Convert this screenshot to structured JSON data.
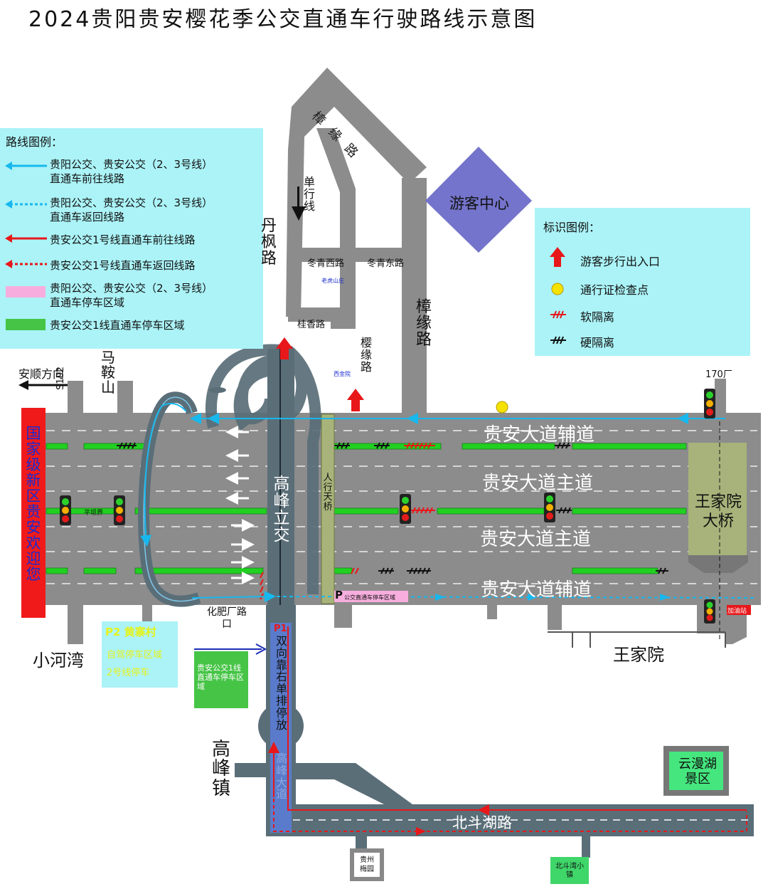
{
  "title": "2024贵阳贵安樱花季公交直通车行驶路线示意图",
  "colors": {
    "road": "#8c8c8c",
    "lane_green": "#21d021",
    "blue_route": "#17b8ee",
    "red_route": "#e8171a",
    "legend_bg": "#abf3f7",
    "visitor_center": "#7474cc",
    "pink_zone": "#f7aede",
    "red_banner": "#f01a1a",
    "bridge": "#a7b37a"
  },
  "route_legend": {
    "heading": "路线图例：",
    "items": [
      {
        "symbol": "blue-arrow-solid",
        "line1": "贵阳公交、贵安公交（2、3号线）",
        "line2": "直通车前往线路"
      },
      {
        "symbol": "blue-arrow-dotted",
        "line1": "贵阳公交、贵安公交（2、3号线）",
        "line2": "直通车返回线路"
      },
      {
        "symbol": "red-arrow-solid",
        "line1": "贵安公交1号线直通车前往线路",
        "line2": ""
      },
      {
        "symbol": "red-arrow-dotted",
        "line1": "贵安公交1号线直通车返回线路",
        "line2": ""
      },
      {
        "symbol": "pink-box",
        "line1": "贵阳公交、贵安公交（2、3号线）",
        "line2": "直通车停车区域"
      },
      {
        "symbol": "green-box",
        "line1": "贵安公交1线直通车停车区域",
        "line2": ""
      }
    ]
  },
  "sign_legend": {
    "heading": "标识图例：",
    "items": [
      {
        "symbol": "red-up-arrow-icon",
        "label": "游客步行出入口"
      },
      {
        "symbol": "yellow-dot-icon",
        "label": "通行证检查点"
      },
      {
        "symbol": "soft-barrier-icon",
        "label": "软隔离"
      },
      {
        "symbol": "hard-barrier-icon",
        "label": "硬隔离"
      }
    ]
  },
  "labels": {
    "visitor_center": "游客中心",
    "one_way_line": "单行线",
    "danfeng_road": "丹枫路",
    "zhangyuan_road_top": "樟缘路",
    "zhangyuan_road": "樟缘路",
    "dongqing_west": "冬青西路",
    "dongqing_east": "冬青东路",
    "laohu_shanzhuang": "老虎山庄",
    "guixiang_road": "桂香路",
    "yingyuan_road": "樱缘路",
    "xijinyuan": "西金院",
    "anshun_direction": "安顺方向",
    "s102": "S102",
    "maanshan": "马鞍山",
    "banner": "国家级新区贵安欢迎您",
    "pingba": "平坝界",
    "gaofeng_interchange": "高峰立交",
    "footbridge": "人行天桥",
    "aux_road_top": "贵安大道辅道",
    "main_road_top": "贵安大道主道",
    "main_road_bottom": "贵安大道主道",
    "aux_road_bottom": "贵安大道辅道",
    "wangjiayuan_bridge": "王家院大桥",
    "factory_170": "170厂",
    "gas_station": "加油站",
    "wangjiayuan": "王家院",
    "xiaohewan": "小河湾",
    "huafei_junction": "化肥厂路口",
    "parking_p_label": "P",
    "parking_p_text": "公交直通车停车区域",
    "p2_title": "P2 黄寨村",
    "p2_line1": "自驾停车区域",
    "p2_line2": "2号线停车",
    "green_zone_text": "贵安公交1线直通车停车区域",
    "p1_label": "P1",
    "p1_text": "双向靠右单排停放",
    "gaofeng_road_faint": "高峰大道",
    "gaofeng_town": "高峰镇",
    "beidouhu_road": "北斗湖路",
    "yunmanhu": "云漫湖景区",
    "guizhou_meiyuan": "贵州梅园",
    "beidouwan": "北斗湾小镇"
  }
}
